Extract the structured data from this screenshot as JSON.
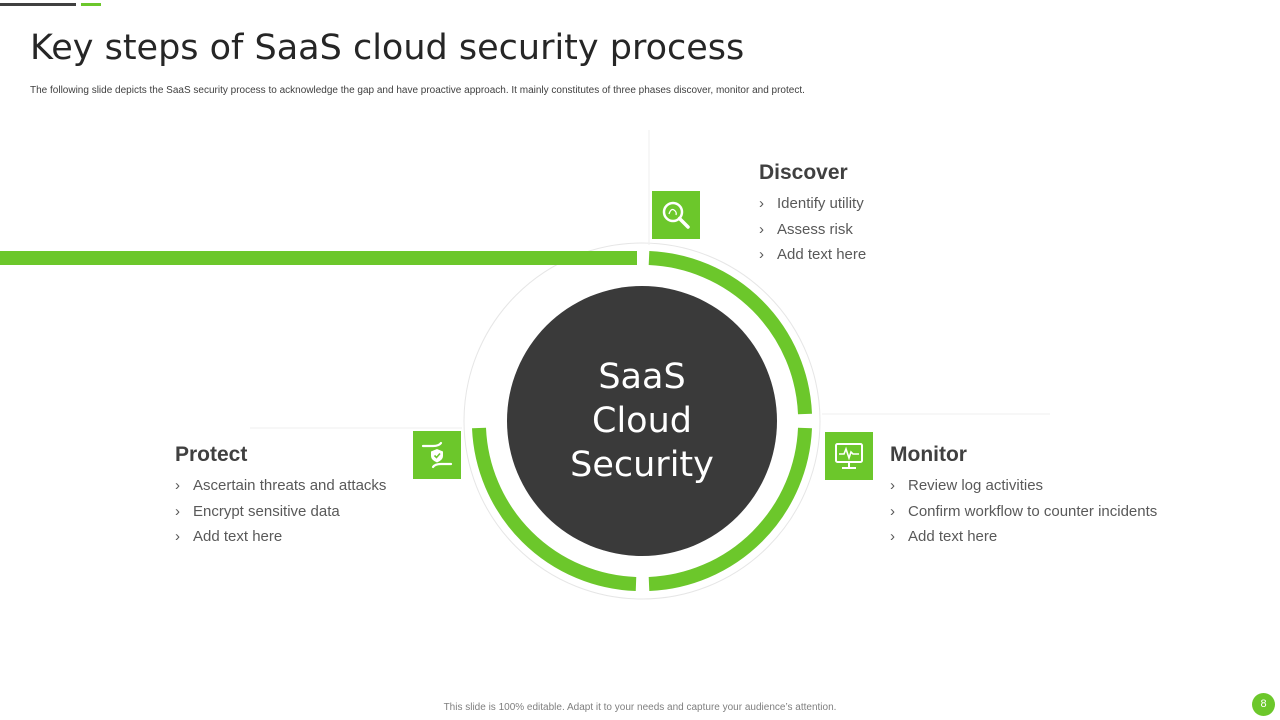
{
  "slide": {
    "title": "Key steps of SaaS cloud security process",
    "subtitle": "The following slide depicts the SaaS security process to acknowledge the gap and have proactive approach. It mainly  constitutes of three phases discover, monitor and protect.",
    "center": [
      "SaaS",
      "Cloud",
      "Security"
    ],
    "phases": {
      "discover": {
        "title": "Discover",
        "icon": "magnifier-icon",
        "items": [
          "Identify utility",
          "Assess risk",
          "Add text here"
        ]
      },
      "monitor": {
        "title": "Monitor",
        "icon": "monitor-icon",
        "items": [
          "Review log activities",
          "Confirm workflow to counter incidents",
          "Add text here"
        ]
      },
      "protect": {
        "title": "Protect",
        "icon": "shield-hand-icon",
        "items": [
          "Ascertain threats and attacks",
          "Encrypt sensitive data",
          "Add text here"
        ]
      }
    },
    "bullet_glyph": "›",
    "footer": "This slide is 100% editable. Adapt it to your needs and capture your audience’s attention.",
    "page_number": "8",
    "colors": {
      "accent": "#6cc72b",
      "dark": "#404040",
      "circle": "#3a3a3a"
    }
  }
}
